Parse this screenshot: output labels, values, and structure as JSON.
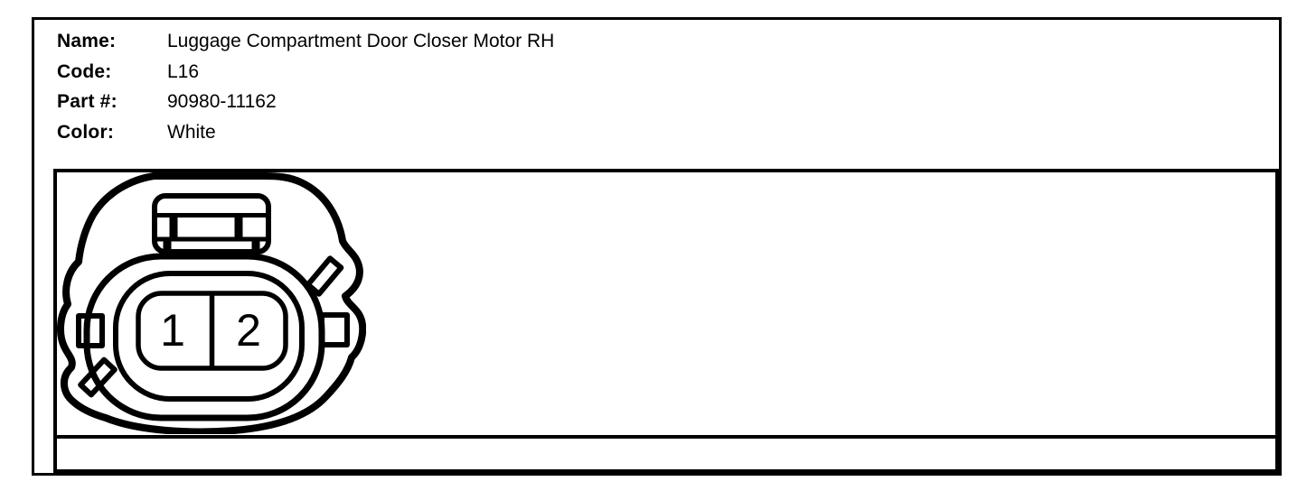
{
  "header": {
    "fields": [
      {
        "label": "Name:",
        "value": "Luggage Compartment Door Closer Motor RH"
      },
      {
        "label": "Code:",
        "value": "L16"
      },
      {
        "label": "Part #:",
        "value": "90980-11162"
      },
      {
        "label": "Color:",
        "value": "White"
      }
    ]
  },
  "connector": {
    "pin_labels": [
      "1",
      "2"
    ]
  },
  "colors": {
    "ink": "#000000",
    "background": "#ffffff"
  }
}
